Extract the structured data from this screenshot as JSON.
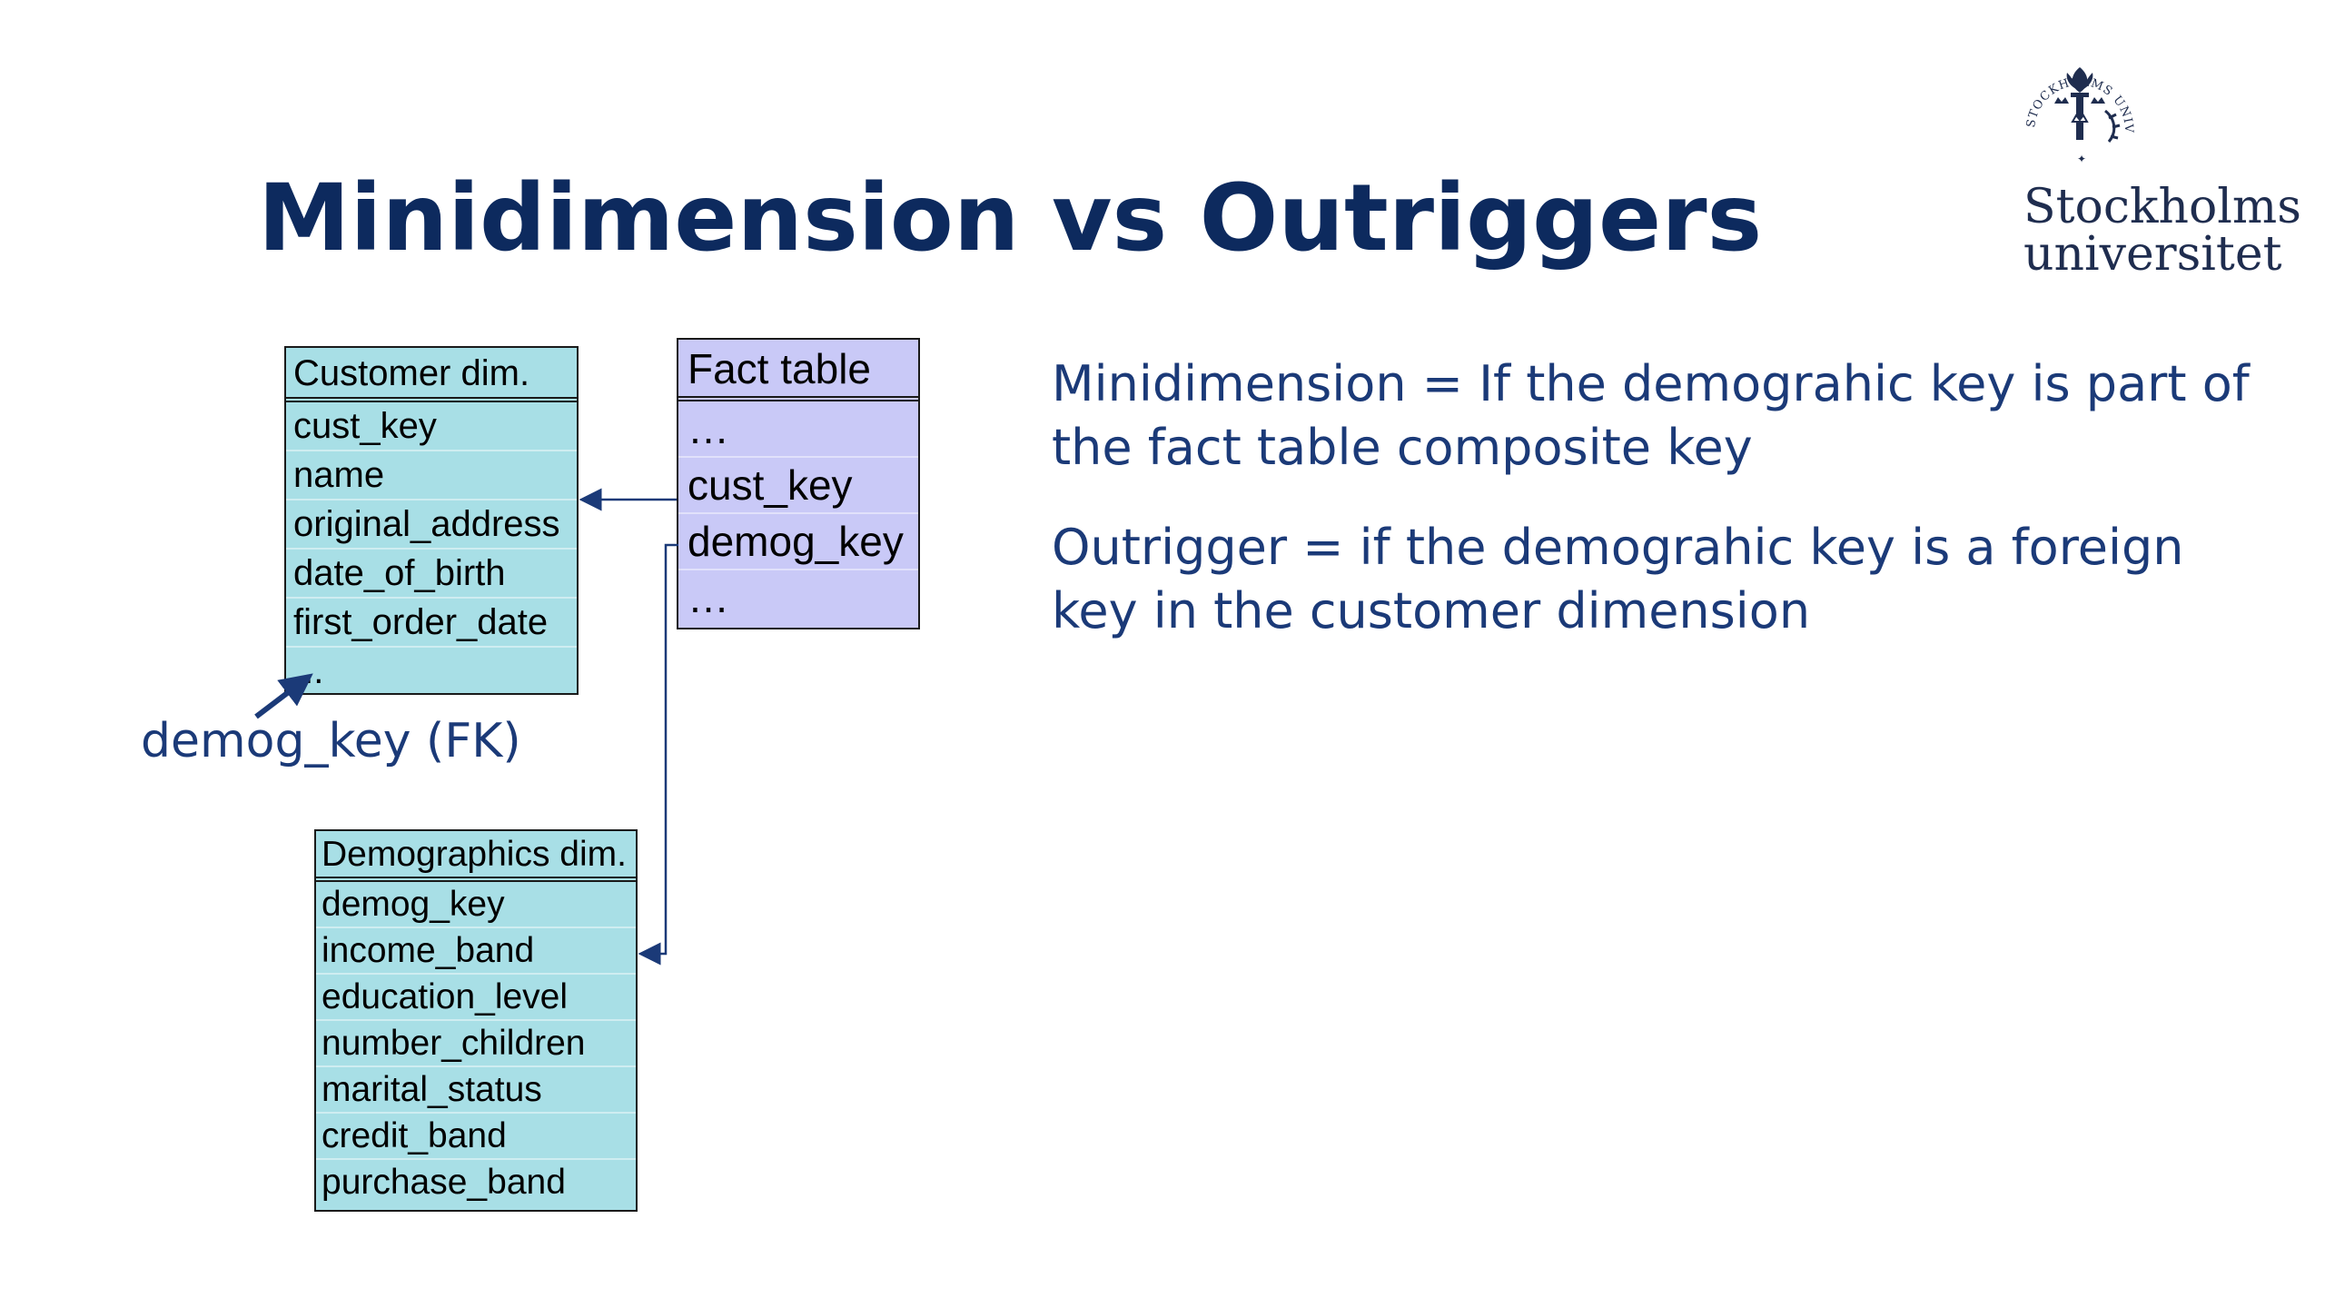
{
  "slide": {
    "title": "Minidimension vs Outriggers"
  },
  "logo": {
    "line1": "Stockholms",
    "line2": "universitet",
    "emblem_text": "STOCKHOLMS UNIVERSITET",
    "icon": "university-seal-icon"
  },
  "customer_dim": {
    "title": "Customer dim.",
    "rows": [
      "cust_key",
      "name",
      "original_address",
      "date_of_birth",
      "first_order_date",
      "..."
    ]
  },
  "fact_table": {
    "title": "Fact table",
    "rows": [
      "…",
      "cust_key",
      "demog_key",
      "…"
    ]
  },
  "demographics_dim": {
    "title": "Demographics dim.",
    "rows": [
      "demog_key",
      "income_band",
      "education_level",
      "number_children",
      "marital_status",
      "credit_band",
      "purchase_band"
    ]
  },
  "annotation": {
    "fk_label": "demog_key (FK)"
  },
  "explanations": {
    "minidimension": "Minidimension = If the demograhic key is part of the fact table composite key",
    "outrigger": "Outrigger = if the demograhic key is a foreign key in the customer dimension"
  },
  "colors": {
    "title": "#0d2a5e",
    "body_text": "#1b3a78",
    "dimension_fill": "#a8dfe6",
    "fact_fill": "#c9c9f7"
  }
}
